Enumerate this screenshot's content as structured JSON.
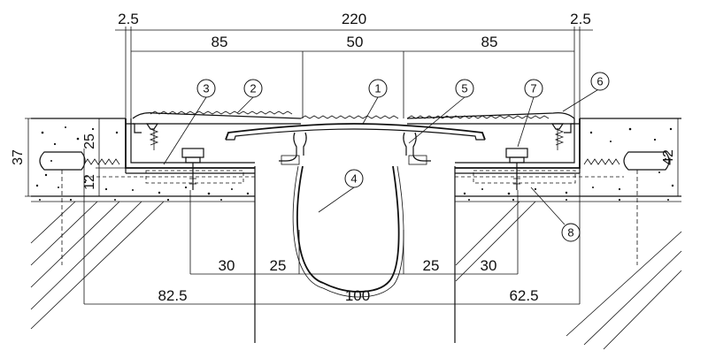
{
  "dimensions": {
    "top_left_edge": "2.5",
    "top_total": "220",
    "top_right_edge": "2.5",
    "top_left_plate": "85",
    "top_center": "50",
    "top_right_plate": "85",
    "left_vertical_total": "37",
    "left_vertical_upper": "25",
    "left_vertical_lower": "12",
    "right_vertical_total": "42",
    "bottom_left_anchor": "30",
    "bottom_left_gap": "25",
    "bottom_right_gap": "25",
    "bottom_right_anchor": "30",
    "bottom_left_total": "82.5",
    "bottom_center_gap": "100",
    "bottom_right_total": "62.5"
  },
  "callouts": [
    "1",
    "2",
    "3",
    "4",
    "5",
    "6",
    "7",
    "8"
  ]
}
